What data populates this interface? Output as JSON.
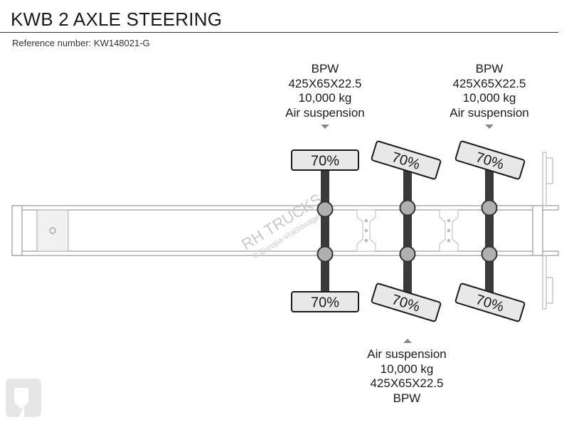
{
  "header": {
    "title": "KWB 2 AXLE STEERING",
    "reference": "Reference number: KW148021-G"
  },
  "axles": [
    {
      "tire_load_top": "70%",
      "tire_load_bottom": "70%",
      "labels": [
        "BPW",
        "425X65X22.5",
        "10,000 kg",
        "Air suspension"
      ]
    },
    {
      "tire_load_top": "70%",
      "tire_load_bottom": "70%",
      "labels": [
        "Air suspension",
        "10,000 kg",
        "425X65X22.5",
        "BPW"
      ]
    },
    {
      "tire_load_top": "70%",
      "tire_load_bottom": "70%",
      "labels": [
        "BPW",
        "425X65X22.5",
        "10,000 kg",
        "Air suspension"
      ]
    }
  ],
  "watermark": {
    "brand": "RH TRUCKS",
    "sub": "© Europa-Vrachtwagens.nl"
  },
  "colors": {
    "tire_fill": "#e8e8e8",
    "tire_stroke": "#1a1a1a",
    "axle_bar": "#3a3a3a",
    "hub": "#b0b0b0",
    "frame": "#9a9a9a"
  }
}
